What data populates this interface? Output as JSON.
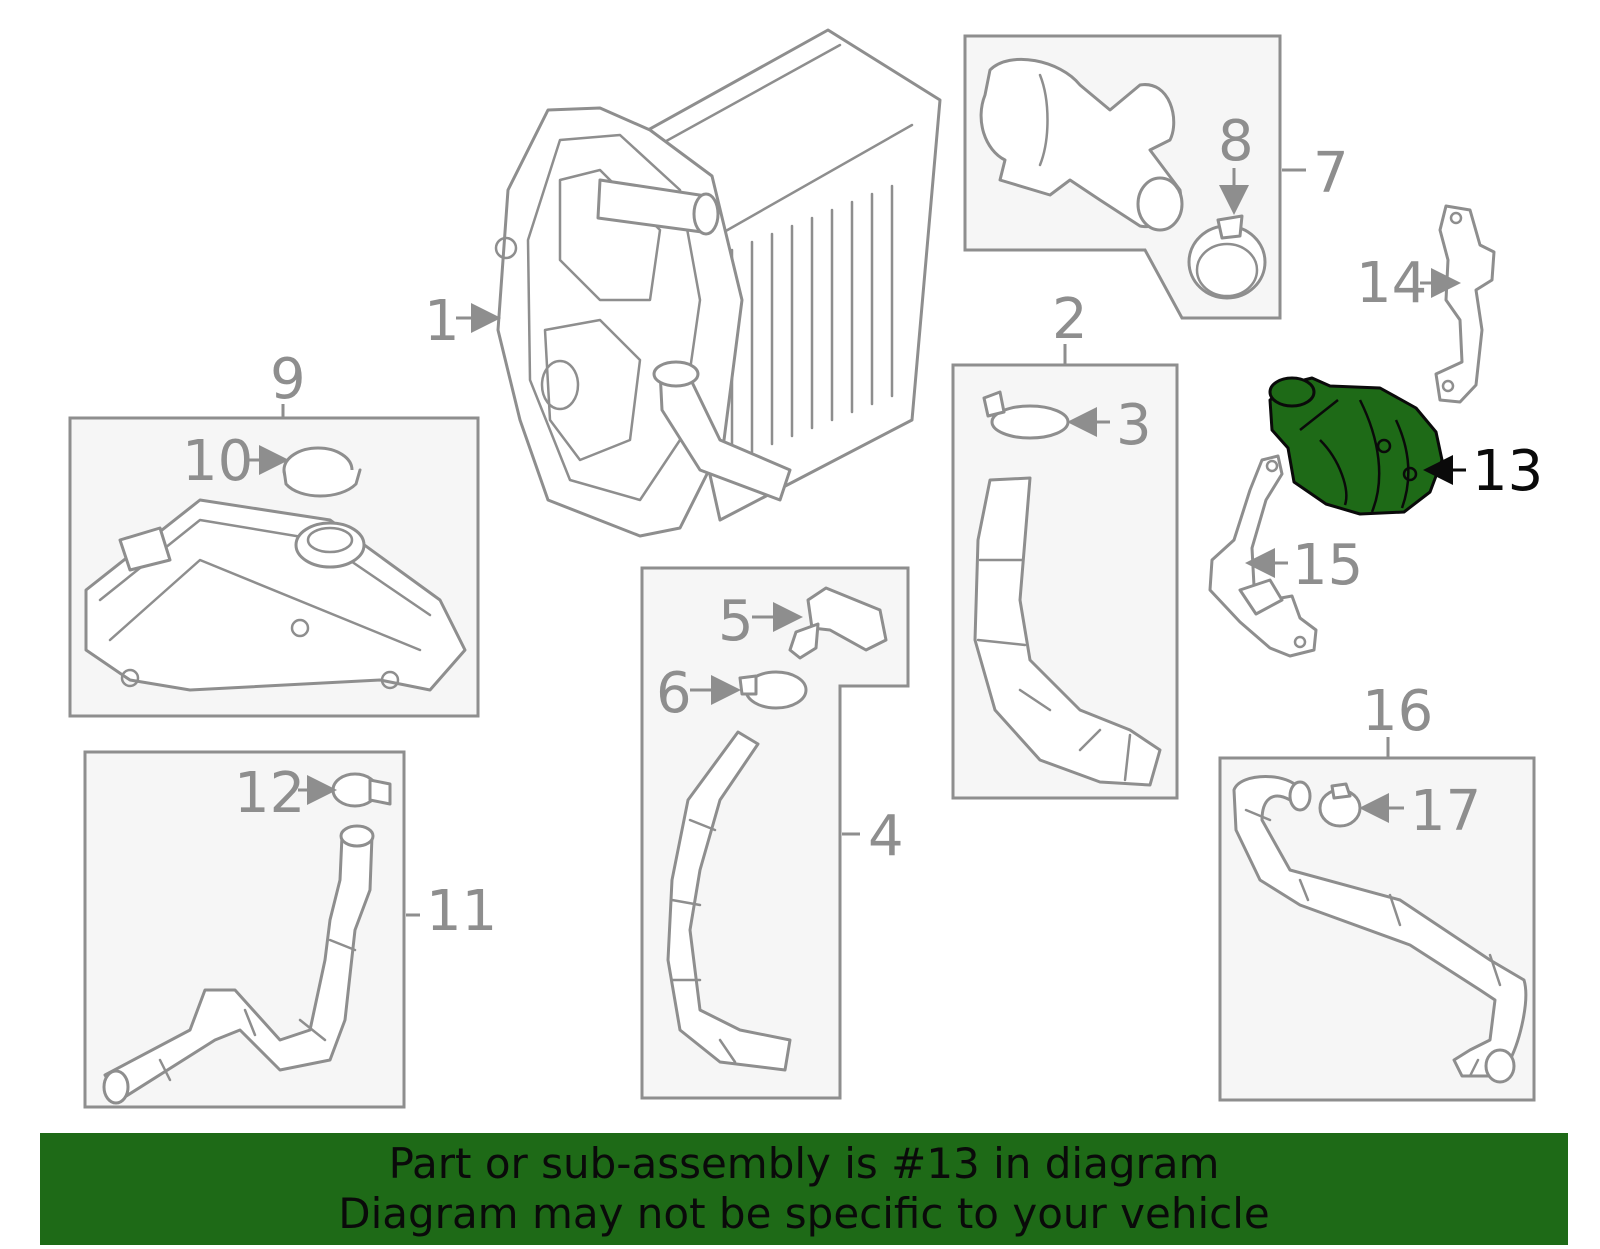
{
  "callouts": {
    "c1": "1",
    "c2": "2",
    "c3": "3",
    "c4": "4",
    "c5": "5",
    "c6": "6",
    "c7": "7",
    "c8": "8",
    "c9": "9",
    "c10": "10",
    "c11": "11",
    "c12": "12",
    "c13": "13",
    "c14": "14",
    "c15": "15",
    "c16": "16",
    "c17": "17"
  },
  "highlighted_part": "13",
  "colors": {
    "highlight": "#1e6a17",
    "line": "#8e8e8e",
    "box_fill": "#f6f6f6",
    "text_dark": "#0a0a0a"
  },
  "banner": {
    "line1": "Part or sub-assembly is #13 in diagram",
    "line2": "Diagram may not be specific to your vehicle"
  }
}
